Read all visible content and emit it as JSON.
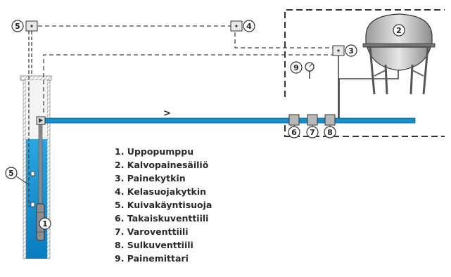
{
  "markers": [
    "1",
    "2",
    "3",
    "4",
    "5",
    "6",
    "7",
    "8",
    "9"
  ],
  "flow_arrow": ">",
  "legend": [
    "1. Uppopumppu",
    "2. Kalvopainesäiliö",
    "3. Painekytkin",
    "4. Kelasuojakytkin",
    "5. Kuivakäyntisuoja",
    "6. Takaiskuventtiili",
    "7. Varoventtiili",
    "8. Sulkuventtiili",
    "9. Painemittari"
  ],
  "colors": {
    "water": "#1a9ad8",
    "pipe": "#1a8fcc",
    "line": "#333333"
  }
}
